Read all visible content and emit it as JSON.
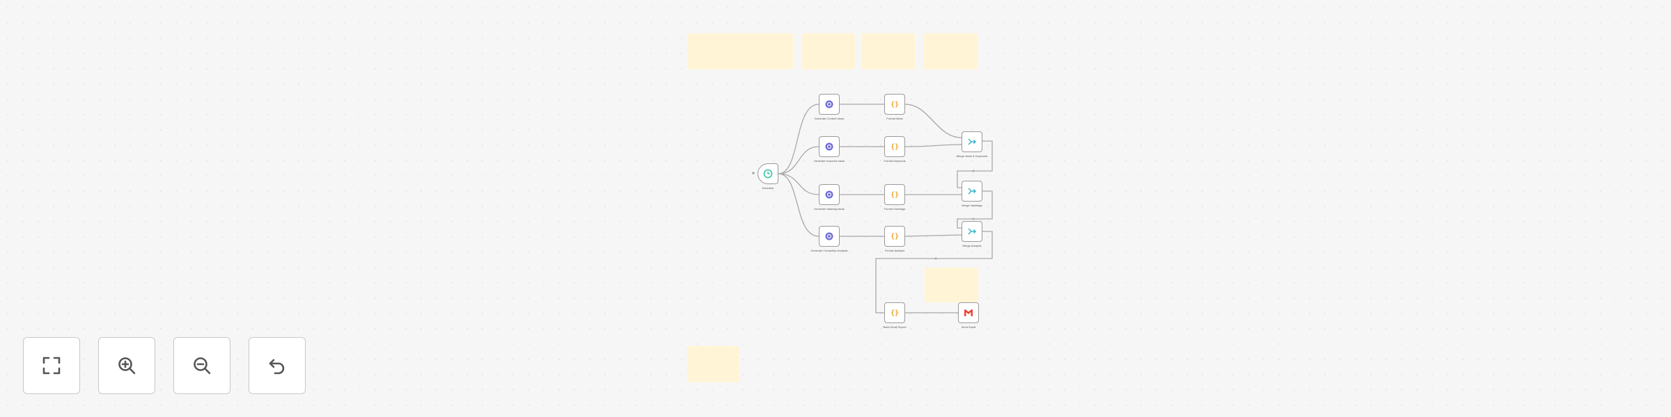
{
  "canvas": {
    "background": "#f6f6f6",
    "sticky_color": "#fff5d6"
  },
  "nodes": [
    {
      "id": "trigger",
      "label": "Schedule",
      "sub": "",
      "icon": "clock-icon",
      "kind": "trigger"
    },
    {
      "id": "ai-1",
      "label": "Generate Content Ideas",
      "sub": "",
      "icon": "ai-model-icon",
      "kind": "ai"
    },
    {
      "id": "ai-2",
      "label": "Generate Keyword Ideas",
      "sub": "",
      "icon": "ai-model-icon",
      "kind": "ai"
    },
    {
      "id": "ai-3",
      "label": "Generate Hashtag Ideas",
      "sub": "",
      "icon": "ai-model-icon",
      "kind": "ai"
    },
    {
      "id": "ai-4",
      "label": "Generate Competitor Analysis",
      "sub": "",
      "icon": "ai-model-icon",
      "kind": "ai"
    },
    {
      "id": "code-1",
      "label": "Format Ideas",
      "sub": "",
      "icon": "code-icon",
      "kind": "code"
    },
    {
      "id": "code-2",
      "label": "Format Keywords",
      "sub": "",
      "icon": "code-icon",
      "kind": "code"
    },
    {
      "id": "code-3",
      "label": "Format Hashtags",
      "sub": "",
      "icon": "code-icon",
      "kind": "code"
    },
    {
      "id": "code-4",
      "label": "Format Analysis",
      "sub": "",
      "icon": "code-icon",
      "kind": "code"
    },
    {
      "id": "merge-1",
      "label": "Merge Ideas & Keywords",
      "sub": "",
      "icon": "merge-icon",
      "kind": "merge"
    },
    {
      "id": "merge-2",
      "label": "Merge Hashtags",
      "sub": "",
      "icon": "merge-icon",
      "kind": "merge"
    },
    {
      "id": "merge-3",
      "label": "Merge Analysis",
      "sub": "",
      "icon": "merge-icon",
      "kind": "merge"
    },
    {
      "id": "code-5",
      "label": "Build Email Report",
      "sub": "",
      "icon": "code-icon",
      "kind": "code"
    },
    {
      "id": "gmail",
      "label": "Send Email",
      "sub": "",
      "icon": "gmail-icon",
      "kind": "gmail"
    }
  ],
  "controls": [
    {
      "id": "fit-view",
      "icon": "fit-view-icon"
    },
    {
      "id": "zoom-in",
      "icon": "zoom-in-icon"
    },
    {
      "id": "zoom-out",
      "icon": "zoom-out-icon"
    },
    {
      "id": "undo",
      "icon": "undo-icon"
    }
  ],
  "colors": {
    "trigger": "#36c4a0",
    "ai": "#6f6cd8",
    "code": "#f0a020",
    "merge": "#38b6c8",
    "gmail_red": "#ea4335",
    "edge": "#a8a8a8"
  }
}
